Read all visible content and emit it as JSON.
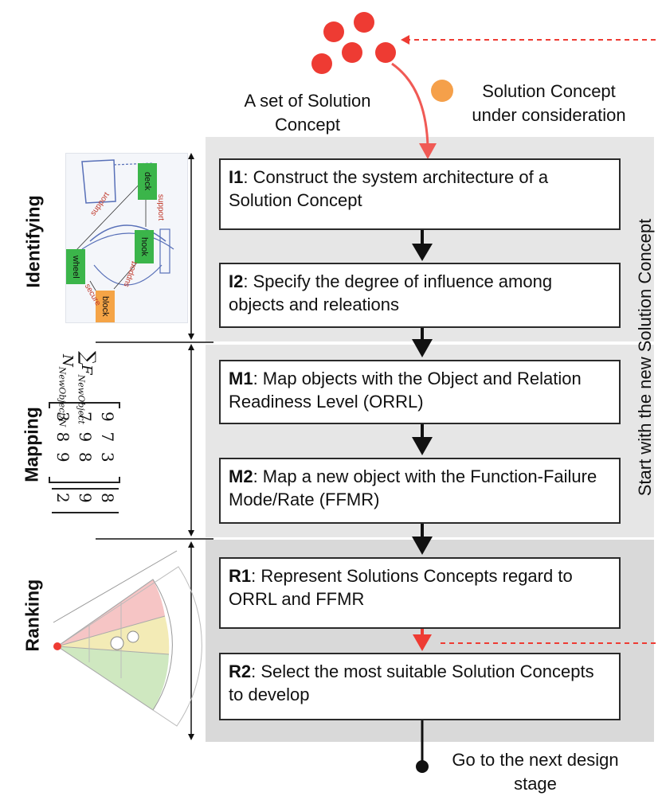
{
  "top": {
    "set_label": "A set of Solution Concept",
    "consider_label": "Solution Concept under consideration"
  },
  "stages": {
    "identifying": "Identifying",
    "mapping": "Mapping",
    "ranking": "Ranking"
  },
  "steps": [
    {
      "id": "I1",
      "text": ": Construct the system architecture of a Solution Concept"
    },
    {
      "id": "I2",
      "text": ": Specify the degree of influence among objects and releations"
    },
    {
      "id": "M1",
      "text": ": Map objects with the Object and Relation Readiness Level (ORRL)"
    },
    {
      "id": "M2",
      "text": ": Map a new object with the Function-Failure Mode/Rate (FFMR)"
    },
    {
      "id": "R1",
      "text": ": Represent Solutions Concepts regard to ORRL and FFMR"
    },
    {
      "id": "R2",
      "text": ": Select the most suitable Solution Concepts to develop"
    }
  ],
  "right_label": "Start with the new Solution Concept",
  "bottom_label": "Go to the next design stage",
  "sketch": {
    "nodes": [
      "deck",
      "hook",
      "wheel",
      "block"
    ],
    "relations": [
      "support",
      "support",
      "support",
      "secure"
    ]
  },
  "matrix": {
    "rows": [
      [
        "9",
        "7",
        "3"
      ],
      [
        "7",
        "9",
        "8"
      ],
      [
        "3",
        "8",
        "9"
      ]
    ],
    "vector": [
      "8",
      "9",
      "2"
    ],
    "sum_symbol": "∑",
    "sum_sub": "NewObject",
    "n_symbol": "N",
    "n_sub": "NewObject/N",
    "f_symbol": "F"
  },
  "colors": {
    "red": "#ee3b33",
    "orange": "#f5a04a",
    "panel": "#e6e6e6",
    "green_node": "#3bb54a",
    "orange_node": "#f5a446"
  }
}
